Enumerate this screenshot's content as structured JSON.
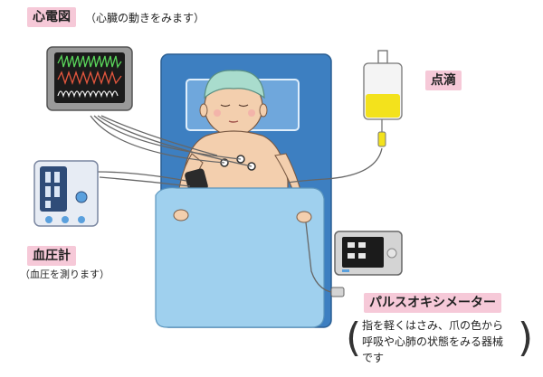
{
  "labels": {
    "ecg": "心電図",
    "ecg_note": "（心臓の動きをみます）",
    "iv": "点滴",
    "bp": "血圧計",
    "bp_note": "（血圧を測ります）",
    "pulse_ox": "パルスオキシメーター",
    "pulse_ox_note_1": "指を軽くはさみ、爪の色から",
    "pulse_ox_note_2": "呼吸や心肺の状態をみる器械",
    "pulse_ox_note_3": "です",
    "paren_open": "(",
    "paren_close": ")"
  },
  "colors": {
    "label_bg": "#f6c9d8",
    "bed": "#3d7fc1",
    "blanket": "#9fd0ee",
    "ecg_screen": "#1b1b1b",
    "iv_fluid": "#f3e21c"
  }
}
